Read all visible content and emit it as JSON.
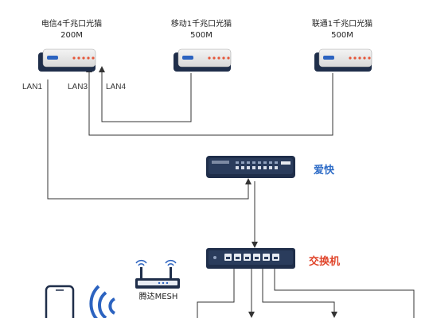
{
  "modems": [
    {
      "name": "电信4千兆口光猫",
      "speed": "200M"
    },
    {
      "name": "移动1千兆口光猫",
      "speed": "500M"
    },
    {
      "name": "联通1千兆口光猫",
      "speed": "500M"
    }
  ],
  "ports": {
    "lan1": "LAN1",
    "lan3": "LAN3",
    "lan4": "LAN4"
  },
  "router": {
    "label": "爱快",
    "color": "#2e6cc7"
  },
  "switch": {
    "label": "交换机",
    "color": "#e0452b"
  },
  "mesh": {
    "label": "腾达MESH"
  },
  "colors": {
    "device_body": "#1f2e4a",
    "line": "#333333",
    "modem_led": "#e6563a"
  }
}
